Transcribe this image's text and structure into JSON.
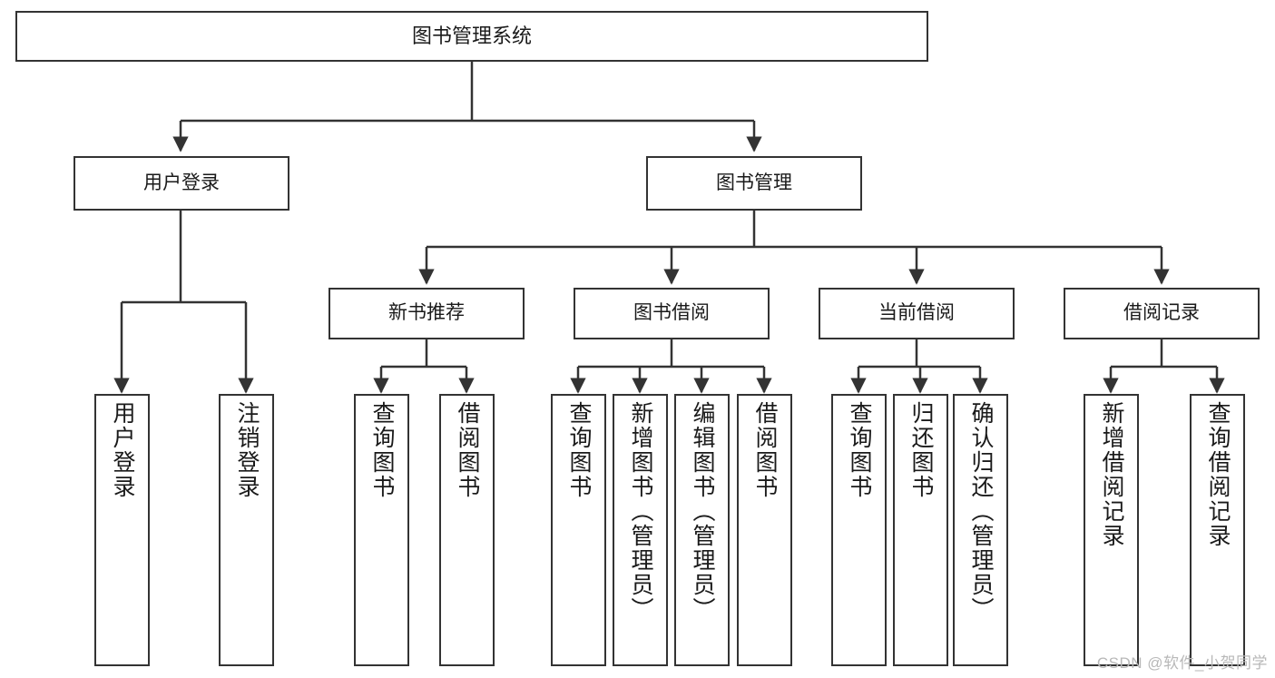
{
  "diagram": {
    "title": "图书管理系统",
    "type": "tree-hierarchy",
    "watermark": "CSDN @软件_小贺同学",
    "colors": {
      "node_border": "#333333",
      "node_fill": "#ffffff",
      "edge": "#333333",
      "text": "#1a1a1a",
      "watermark": "#b8b8b8",
      "background": "#ffffff"
    },
    "nodes": {
      "root": {
        "label": "图书管理系统"
      },
      "level2": [
        {
          "id": "user-login",
          "label": "用户登录"
        },
        {
          "id": "book-manage",
          "label": "图书管理"
        }
      ],
      "level3": [
        {
          "id": "new-book-recommend",
          "label": "新书推荐"
        },
        {
          "id": "book-borrow",
          "label": "图书借阅"
        },
        {
          "id": "current-borrow",
          "label": "当前借阅"
        },
        {
          "id": "borrow-record",
          "label": "借阅记录"
        }
      ],
      "leaves": {
        "user_login": [
          {
            "id": "leaf-user-login",
            "label": "用户登录"
          },
          {
            "id": "leaf-logout-login",
            "label": "注销登录"
          }
        ],
        "new_book_recommend": [
          {
            "id": "leaf-query-book-1",
            "label": "查询图书"
          },
          {
            "id": "leaf-borrow-book-1",
            "label": "借阅图书"
          }
        ],
        "book_borrow": [
          {
            "id": "leaf-query-book-2",
            "label": "查询图书"
          },
          {
            "id": "leaf-add-book",
            "label": "新增图书（管理员）"
          },
          {
            "id": "leaf-edit-book",
            "label": "编辑图书（管理员）"
          },
          {
            "id": "leaf-borrow-book-2",
            "label": "借阅图书"
          }
        ],
        "current_borrow": [
          {
            "id": "leaf-query-book-3",
            "label": "查询图书"
          },
          {
            "id": "leaf-return-book",
            "label": "归还图书"
          },
          {
            "id": "leaf-confirm-return",
            "label": "确认归还（管理员）"
          }
        ],
        "borrow_record": [
          {
            "id": "leaf-add-record",
            "label": "新增借阅记录"
          },
          {
            "id": "leaf-query-record",
            "label": "查询借阅记录"
          }
        ]
      }
    }
  }
}
